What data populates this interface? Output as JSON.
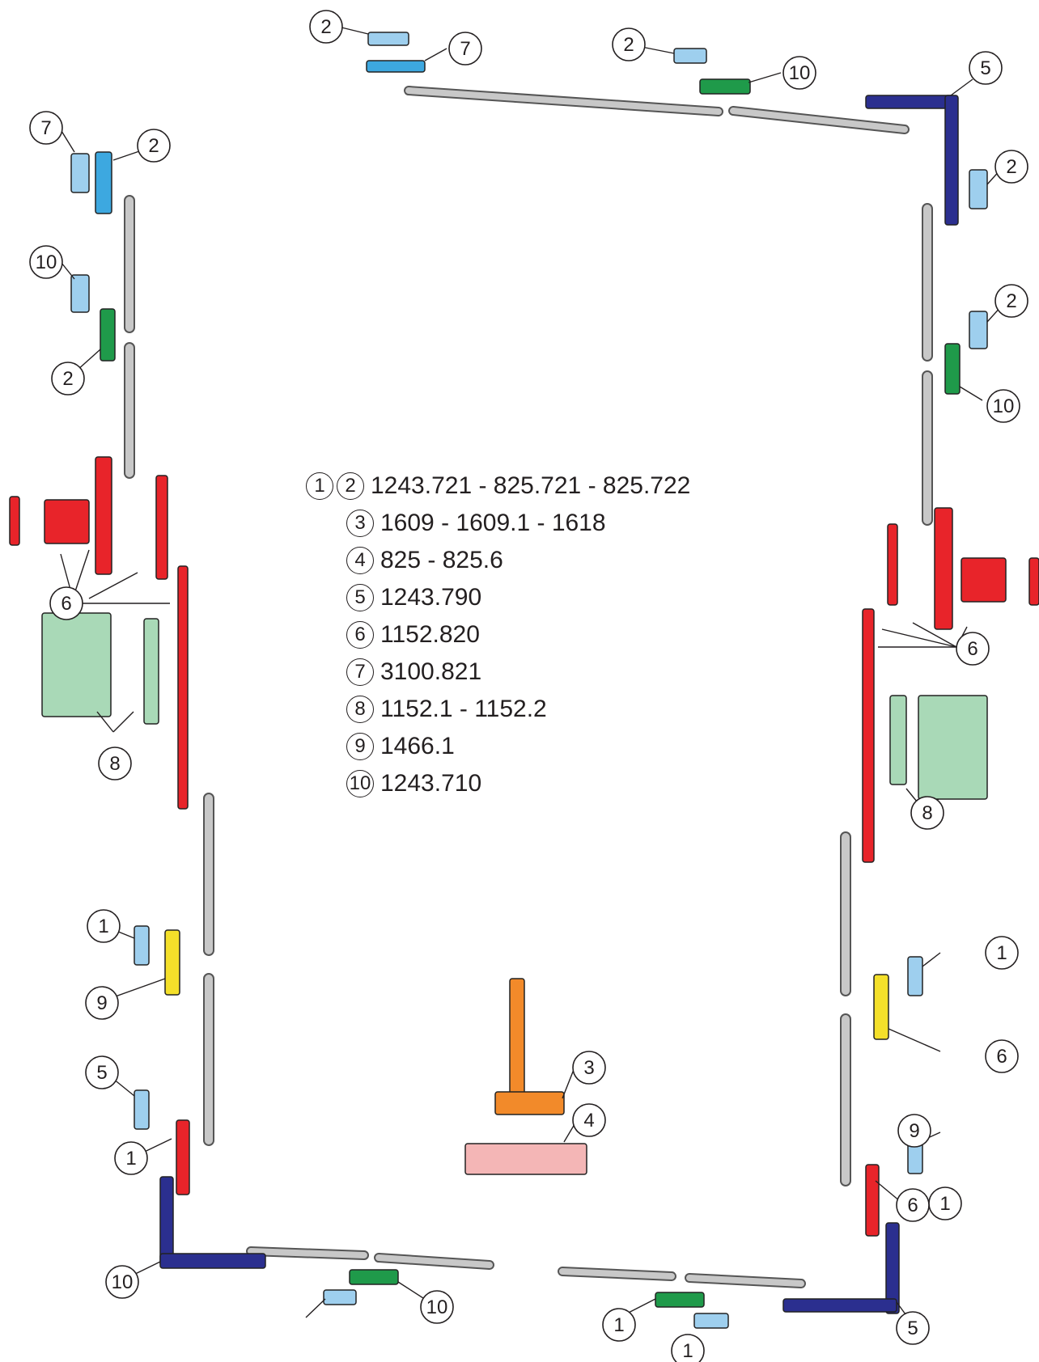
{
  "legend": [
    {
      "numbers": [
        "1",
        "2"
      ],
      "codes": "1243.721 - 825.721 - 825.722"
    },
    {
      "numbers": [
        "3"
      ],
      "codes": "1609 - 1609.1 - 1618"
    },
    {
      "numbers": [
        "4"
      ],
      "codes": "825 - 825.6"
    },
    {
      "numbers": [
        "5"
      ],
      "codes": "1243.790"
    },
    {
      "numbers": [
        "6"
      ],
      "codes": "1152.820"
    },
    {
      "numbers": [
        "7"
      ],
      "codes": "3100.821"
    },
    {
      "numbers": [
        "8"
      ],
      "codes": "1152.1 - 1152.2"
    },
    {
      "numbers": [
        "9"
      ],
      "codes": "1466.1"
    },
    {
      "numbers": [
        "10"
      ],
      "codes": "1243.710"
    }
  ],
  "callout_numbers": [
    "2",
    "7",
    "2",
    "10",
    "5",
    "2",
    "7",
    "2",
    "10",
    "2",
    "2",
    "10",
    "6",
    "6",
    "8",
    "8",
    "1",
    "9",
    "1",
    "6",
    "5",
    "1",
    "10",
    "10",
    "1",
    "5",
    "1",
    "9",
    "1",
    "6",
    "3",
    "4"
  ],
  "part_colors": {
    "keeper": "#9ecfee",
    "keeper_cyan": "#3da8e0",
    "corner_drive": "#2b2f8f",
    "hinge": "#e8242a",
    "green_keeper": "#1f9a4a",
    "stay_arm": "#a9d9b7",
    "handle": "#f28a2a",
    "rebate_plate": "#f4b6b6",
    "keeper_yellow": "#f4e02a",
    "rod": "#c8c8c8"
  }
}
